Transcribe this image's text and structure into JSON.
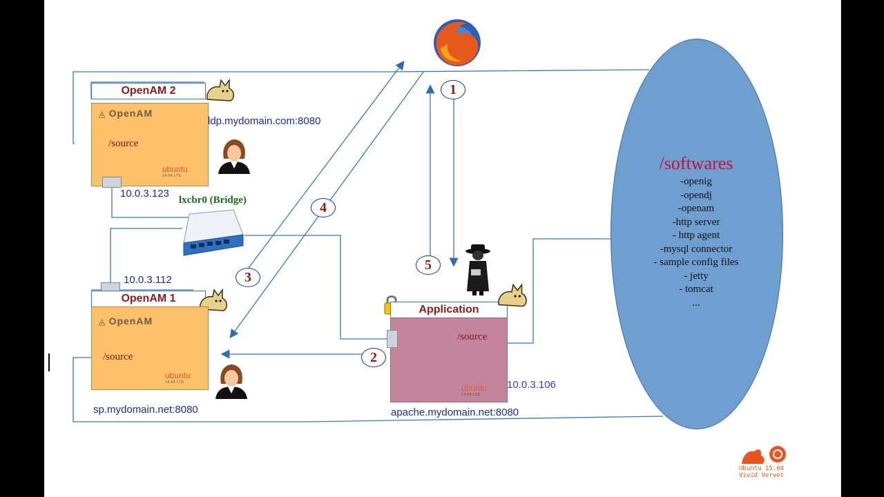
{
  "nodes": {
    "openam2": {
      "title": "OpenAM 2",
      "host": "ldp.mydomain.com:8080",
      "ip": "10.0.3.123",
      "source": "/source",
      "logo": "OpenAM",
      "os": "ubuntu",
      "os_version": "14.04 LTS"
    },
    "openam1": {
      "title": "OpenAM 1",
      "host": "sp.mydomain.net:8080",
      "ip": "10.0.3.112",
      "source": "/source",
      "logo": "OpenAM",
      "os": "ubuntu",
      "os_version": "14.04 LTS"
    },
    "app": {
      "title": "Application",
      "host": "apache.mydomain.net:8080",
      "ip": "10.0.3.106",
      "source": "/source",
      "os": "ubuntu",
      "os_version": "14.04 LTS"
    }
  },
  "bridge": {
    "label": "lxcbr0 (Bridge)"
  },
  "steps": [
    "1",
    "2",
    "3",
    "4",
    "5"
  ],
  "softwares": {
    "title": "/softwares",
    "items": [
      "-openig",
      "-opendj",
      "-openam",
      "-http server",
      "- http agent",
      "-mysql connector",
      "- sample config files",
      "- jetty",
      "- tomcat",
      "..."
    ]
  },
  "watermark": {
    "line1": "Ubuntu 15.04",
    "line2": "Vivid Vervet"
  },
  "icons": [
    "firefox-icon",
    "tomcat-icon",
    "user-icon",
    "spy-icon",
    "lock-icon",
    "network-switch-icon",
    "ubuntu-logo-icon"
  ],
  "colors": {
    "line": "#3a78b5",
    "arrow": "#2e6db3",
    "server": "#fcc169",
    "app": "#c4849c",
    "ellipse": "#6f9fd0",
    "step_text": "#8b1a1a"
  }
}
